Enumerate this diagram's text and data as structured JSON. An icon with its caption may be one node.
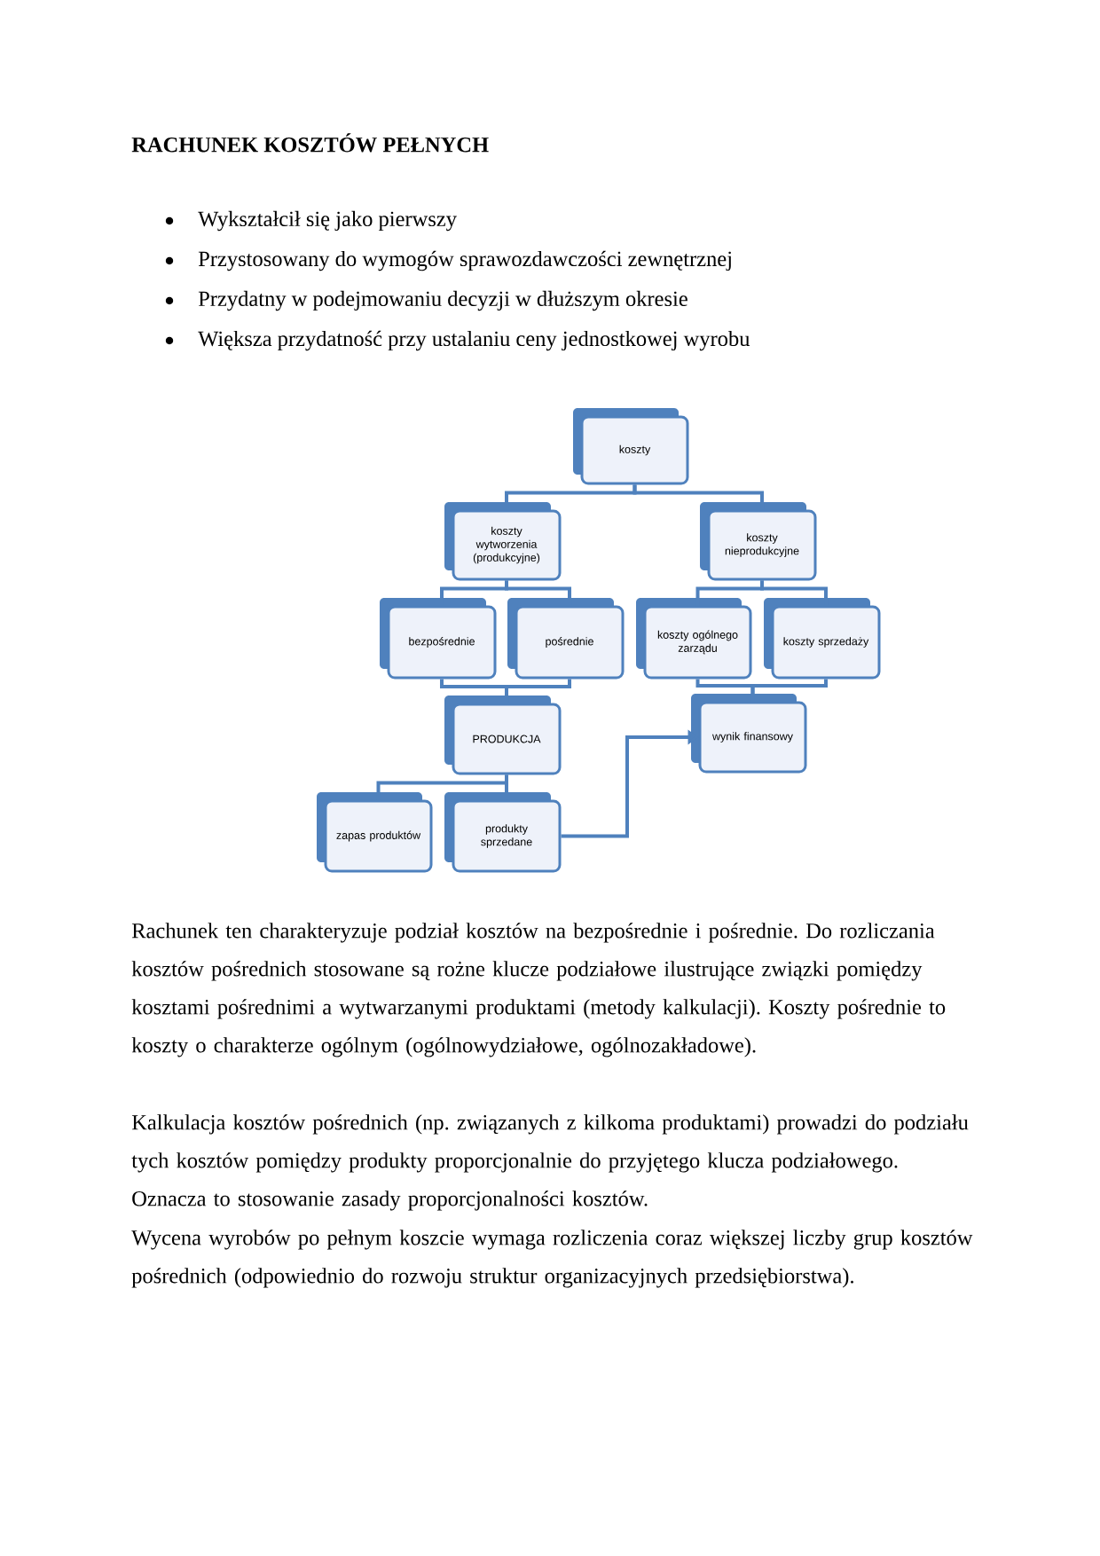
{
  "diagram": {
    "title": "RACHUNEK KOSZTÓW PEŁNYCH",
    "nodes": [
      {
        "text": [
          "koszty"
        ]
      },
      {
        "text": [
          "koszty wytworzenia (produkcyjne)"
        ]
      },
      {
        "text": [
          "koszty nieprodukcyjne"
        ]
      },
      {
        "text": [
          "bezpośrednie"
        ]
      },
      {
        "text": [
          "pośrednie"
        ]
      },
      {
        "text": [
          "koszty ogólnego zarządu"
        ]
      },
      {
        "text": [
          "koszty sprzedaży"
        ]
      },
      {
        "text": [
          "PRODUKCJA"
        ]
      },
      {
        "text": [
          "wynik finansowy"
        ]
      },
      {
        "text": [
          "zapas produktów"
        ]
      },
      {
        "text": [
          "produkty sprzedane"
        ]
      }
    ],
    "edges": [
      {
        "from": 0,
        "to": 1,
        "arrow": "none"
      },
      {
        "from": 0,
        "to": 2,
        "arrow": "none"
      },
      {
        "from": 1,
        "to": 3,
        "arrow": "none"
      },
      {
        "from": 1,
        "to": 4,
        "arrow": "none"
      },
      {
        "from": 2,
        "to": 5,
        "arrow": "none"
      },
      {
        "from": 2,
        "to": 6,
        "arrow": "none"
      },
      {
        "from": 3,
        "to": 7,
        "arrow": "none"
      },
      {
        "from": 4,
        "to": 7,
        "arrow": "none"
      },
      {
        "from": 5,
        "to": 8,
        "arrow": "none"
      },
      {
        "from": 6,
        "to": 8,
        "arrow": "none"
      },
      {
        "from": 7,
        "to": 9,
        "arrow": "none"
      },
      {
        "from": 7,
        "to": 10,
        "arrow": "none"
      },
      {
        "from": 10,
        "to": 8,
        "arrow": "to"
      }
    ],
    "labels": [
      "Wykształcił się jako pierwszy",
      "Przystosowany do wymogów sprawozdawczości zewnętrznej",
      "Przydatny w podejmowaniu decyzji w dłuższym okresie",
      "Większa przydatność przy ustalaniu ceny jednostkowej wyrobu",
      "Rachunek ten charakteryzuje podział kosztów na bezpośrednie i pośrednie. Do rozliczania kosztów pośrednich stosowane są rożne klucze podziałowe ilustrujące związki pomiędzy kosztami pośrednimi a wytwarzanymi produktami (metody kalkulacji). Koszty pośrednie to koszty o charakterze ogólnym (ogólnowydziałowe, ogólnozakładowe).",
      "Kalkulacja kosztów pośrednich (np. związanych z kilkoma produktami) prowadzi do podziału tych kosztów pomiędzy produkty proporcjonalnie do przyjętego klucza podziałowego. Oznacza to stosowanie zasady proporcjonalności kosztów.",
      "Wycena wyrobów po pełnym koszcie wymaga rozliczenia coraz większej liczby grup kosztów pośrednich (odpowiednio do rozwoju struktur organizacyjnych przedsiębiorstwa)."
    ]
  }
}
